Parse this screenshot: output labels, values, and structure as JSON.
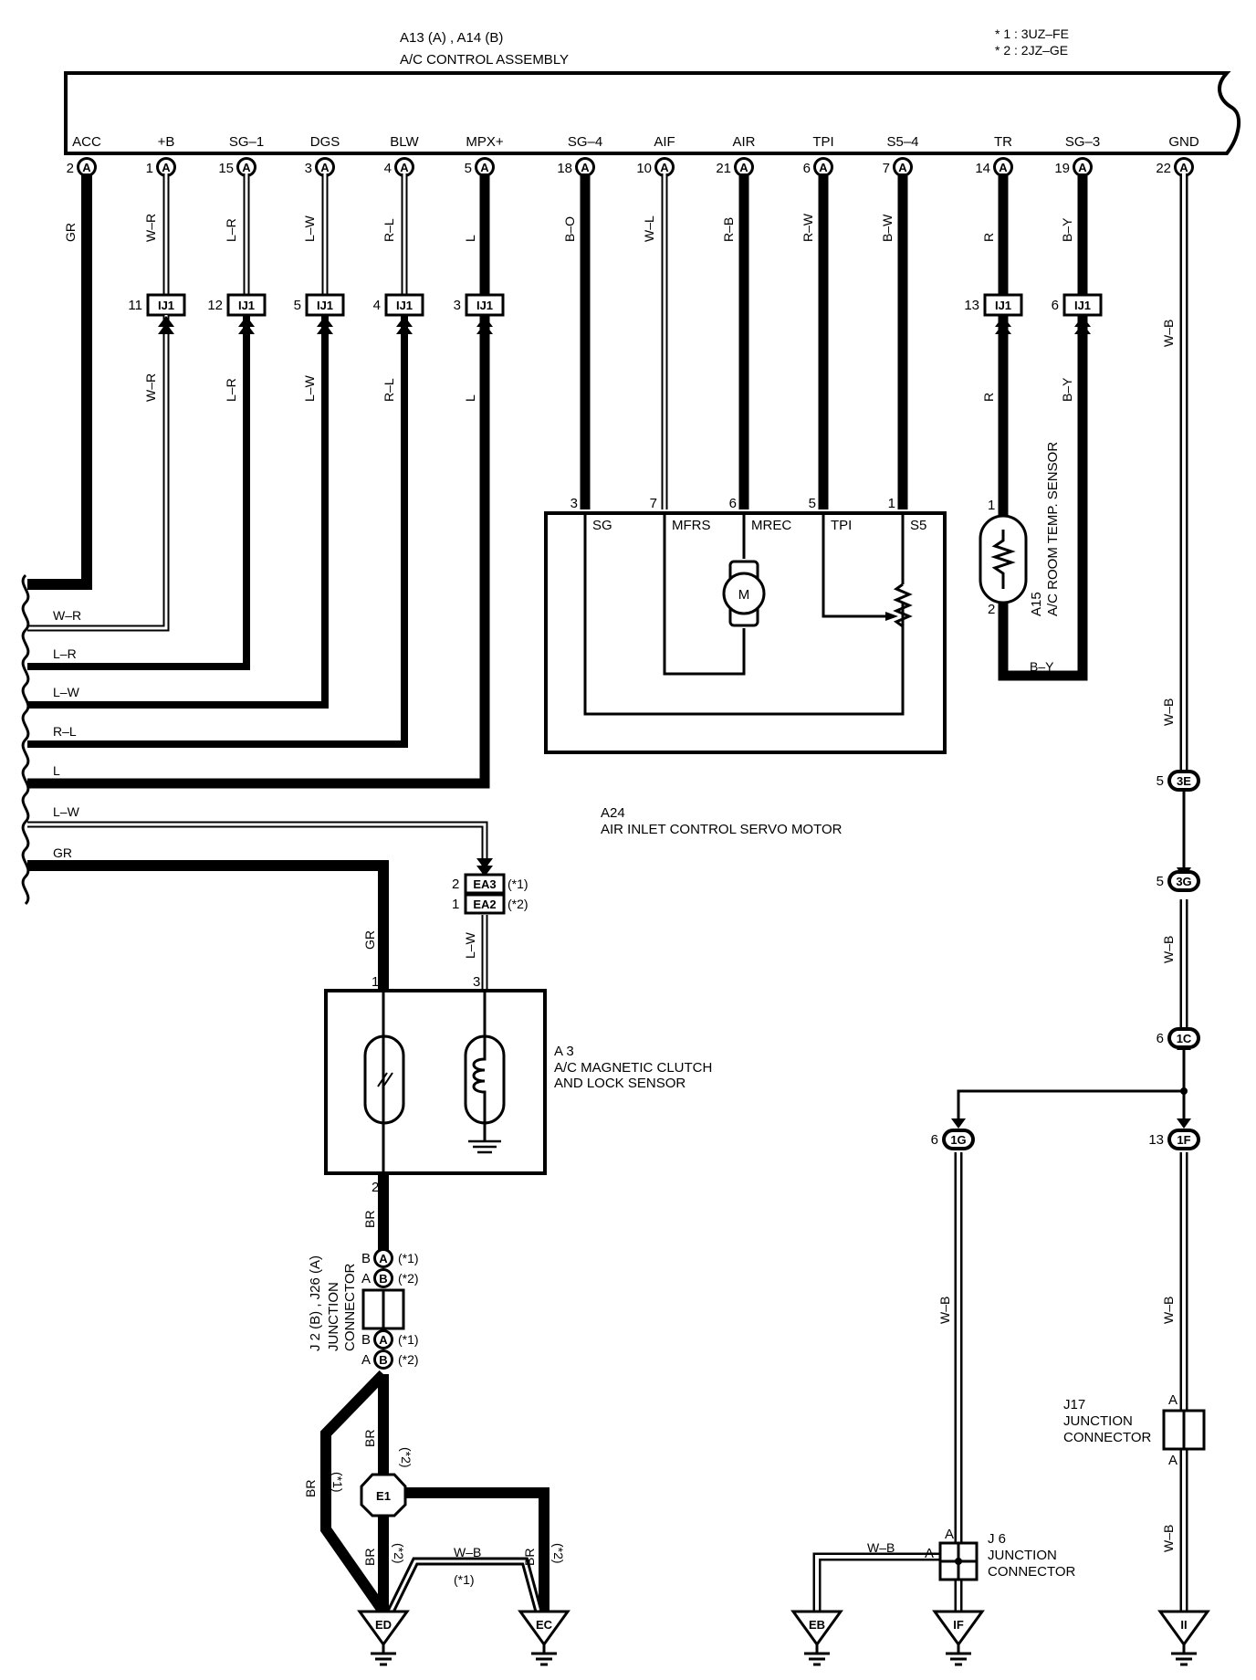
{
  "header": {
    "assembly_codes": "A13 (A) , A14 (B)",
    "assembly_name": "A/C CONTROL ASSEMBLY",
    "note1": "* 1 : 3UZ–FE",
    "note2": "* 2 : 2JZ–GE"
  },
  "ecu_pins": [
    {
      "name": "ACC",
      "num": "2",
      "conn": "A"
    },
    {
      "name": "+B",
      "num": "1",
      "conn": "A"
    },
    {
      "name": "SG–1",
      "num": "15",
      "conn": "A"
    },
    {
      "name": "DGS",
      "num": "3",
      "conn": "A"
    },
    {
      "name": "BLW",
      "num": "4",
      "conn": "A"
    },
    {
      "name": "MPX+",
      "num": "5",
      "conn": "A"
    },
    {
      "name": "SG–4",
      "num": "18",
      "conn": "A"
    },
    {
      "name": "AIF",
      "num": "10",
      "conn": "A"
    },
    {
      "name": "AIR",
      "num": "21",
      "conn": "A"
    },
    {
      "name": "TPI",
      "num": "6",
      "conn": "A"
    },
    {
      "name": "S5–4",
      "num": "7",
      "conn": "A"
    },
    {
      "name": "TR",
      "num": "14",
      "conn": "A"
    },
    {
      "name": "SG–3",
      "num": "19",
      "conn": "A"
    },
    {
      "name": "GND",
      "num": "22",
      "conn": "A"
    }
  ],
  "wire_colors_top": [
    "GR",
    "W–R",
    "L–R",
    "L–W",
    "R–L",
    "L",
    "B–O",
    "W–L",
    "R–B",
    "R–W",
    "B–W",
    "R",
    "B–Y"
  ],
  "ij1": {
    "label": "IJ1",
    "pins": [
      "11",
      "12",
      "5",
      "4",
      "3",
      "13",
      "6"
    ]
  },
  "lower_wire_colors": [
    "W–R",
    "L–R",
    "L–W",
    "R–L",
    "L",
    "R",
    "B–Y"
  ],
  "harness_labels": [
    "W–R",
    "L–R",
    "L–W",
    "R–L",
    "L",
    "L–W",
    "GR"
  ],
  "servo": {
    "code": "A24",
    "name": "AIR INLET CONTROL SERVO MOTOR",
    "terminals": [
      {
        "num": "3",
        "name": "SG"
      },
      {
        "num": "7",
        "name": "MFRS"
      },
      {
        "num": "6",
        "name": "MREC"
      },
      {
        "num": "5",
        "name": "TPI"
      },
      {
        "num": "1",
        "name": "S5"
      }
    ],
    "motor": "M"
  },
  "sensor": {
    "code": "A15",
    "name": "A/C ROOM TEMP. SENSOR",
    "pin_top": "1",
    "pin_bottom": "2",
    "bottom_wire": "B–Y"
  },
  "gnd_wire": "W–B",
  "gnd_connectors": [
    {
      "num": "5",
      "conn": "3E"
    },
    {
      "num": "5",
      "conn": "3G"
    },
    {
      "num": "6",
      "conn": "1C"
    },
    {
      "num": "6",
      "conn": "1G"
    },
    {
      "num": "13",
      "conn": "1F"
    }
  ],
  "ea": {
    "ea3": {
      "num": "2",
      "label": "EA3",
      "note": "(*1)"
    },
    "ea2": {
      "num": "1",
      "label": "EA2",
      "note": "(*2)"
    },
    "wire": "L–W"
  },
  "clutch": {
    "code": "A 3",
    "name1": "A/C MAGNETIC CLUTCH",
    "name2": "AND LOCK SENSOR",
    "pin1": "1",
    "pin3": "3",
    "pin2": "2",
    "wire_in": "GR",
    "wire_out": "BR"
  },
  "junction": {
    "title1": "J 2 (B) , J26 (A)",
    "title2": "JUNCTION",
    "title3": "CONNECTOR",
    "rows": [
      {
        "pin": "B",
        "conn": "A",
        "note": "(*1)"
      },
      {
        "pin": "A",
        "conn": "B",
        "note": "(*2)"
      },
      {
        "pin": "B",
        "conn": "A",
        "note": "(*1)"
      },
      {
        "pin": "A",
        "conn": "B",
        "note": "(*2)"
      }
    ]
  },
  "e1": {
    "label": "E1"
  },
  "br_labels": {
    "a": "BR",
    "a_note": "(*2)",
    "b": "BR",
    "b_note": "(*1)",
    "c": "BR",
    "c_note": "(*2)",
    "d": "BR",
    "d_note": "(*2)"
  },
  "wb_star1": {
    "wire": "W–B",
    "note": "(*1)"
  },
  "grounds": [
    "ED",
    "EC",
    "EB",
    "IF",
    "II"
  ],
  "j17": {
    "code": "J17",
    "name1": "JUNCTION",
    "name2": "CONNECTOR",
    "pin_a": "A",
    "pin_b": "A"
  },
  "j6": {
    "code": "J 6",
    "name1": "JUNCTION",
    "name2": "CONNECTOR",
    "pin_a": "A",
    "pin_b": "A",
    "wire": "W–B"
  }
}
